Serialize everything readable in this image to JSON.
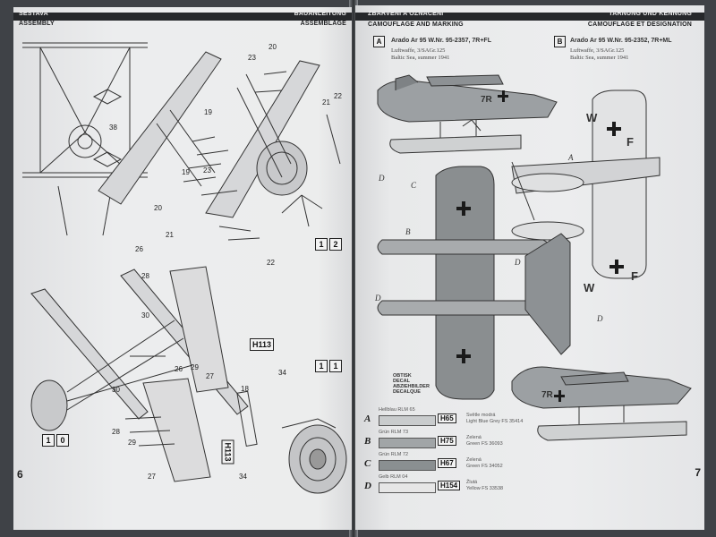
{
  "left_page": {
    "header_left": [
      "SESTAVA",
      "ASSEMBLY"
    ],
    "header_right": [
      "BAUANLEITUNG",
      "ASSEMBLAGE"
    ],
    "page_number": "6",
    "steps": {
      "step_a": [
        "1",
        "2"
      ],
      "step_b": [
        "1",
        "1"
      ],
      "step_c": [
        "1",
        "0"
      ]
    },
    "part_numbers": [
      "20",
      "23",
      "19",
      "38",
      "21",
      "22",
      "19",
      "23",
      "20",
      "21",
      "22",
      "26",
      "28",
      "30",
      "26",
      "29",
      "27",
      "18",
      "34",
      "30",
      "28",
      "29",
      "27",
      "34"
    ],
    "paint_code_1": "H113",
    "paint_code_2": "H113"
  },
  "right_page": {
    "header_left": [
      "ZBARVENÍ A OZNAČENÍ",
      "CAMOUFLAGE AND MARKING"
    ],
    "header_right": [
      "TARNUNG UND KENNUNG",
      "CAMOUFLAGE ET DESIGNATION"
    ],
    "page_number": "7",
    "scheme_a": {
      "box": "A",
      "title": "Arado Ar 95 W.Nr. 95-2357, 7R+FL",
      "info": [
        "Luftwaffe, 3/SAGr.125",
        "Baltic Sea, summer 1941"
      ]
    },
    "scheme_b": {
      "box": "B",
      "title": "Arado Ar 95 W.Nr. 95-2352, 7R+ML",
      "info": [
        "Luftwaffe, 3/SAGr.125",
        "Baltic Sea, summer 1941"
      ]
    },
    "fuselage_code_a": "7R",
    "fuselage_code_b": "7R",
    "wing_code_top": "F",
    "wing_code_bottom": "F",
    "wing_w_top": "W",
    "wing_w_bottom": "W",
    "decal_label": [
      "OBTISK",
      "DECAL",
      "ABZIEHBILDER",
      "DECALQUE"
    ],
    "legend": [
      {
        "letter": "A",
        "top": "Hellblau RLM 65",
        "code": "H65",
        "name": [
          "Světle modrá",
          "Light Blue Grey FS 35414"
        ],
        "color": "#c9cccd"
      },
      {
        "letter": "B",
        "top": "Grün RLM 73",
        "code": "H75",
        "name": [
          "Zelená",
          "Green FS 36093"
        ],
        "color": "#a1a5a7"
      },
      {
        "letter": "C",
        "top": "Grün RLM 72",
        "code": "H67",
        "name": [
          "Zelená",
          "Green FS 34052"
        ],
        "color": "#8a8f91"
      },
      {
        "letter": "D",
        "top": "Gelb RLM 04",
        "code": "H154",
        "name": [
          "Žlutá",
          "Yellow FS 33538"
        ],
        "color": "#e6e6e6"
      }
    ],
    "callout_letters": [
      "A",
      "B",
      "C",
      "D",
      "D",
      "D",
      "D"
    ]
  },
  "colors": {
    "ink": "#222222",
    "paper": "#ebebec",
    "background": "#3f4247"
  }
}
